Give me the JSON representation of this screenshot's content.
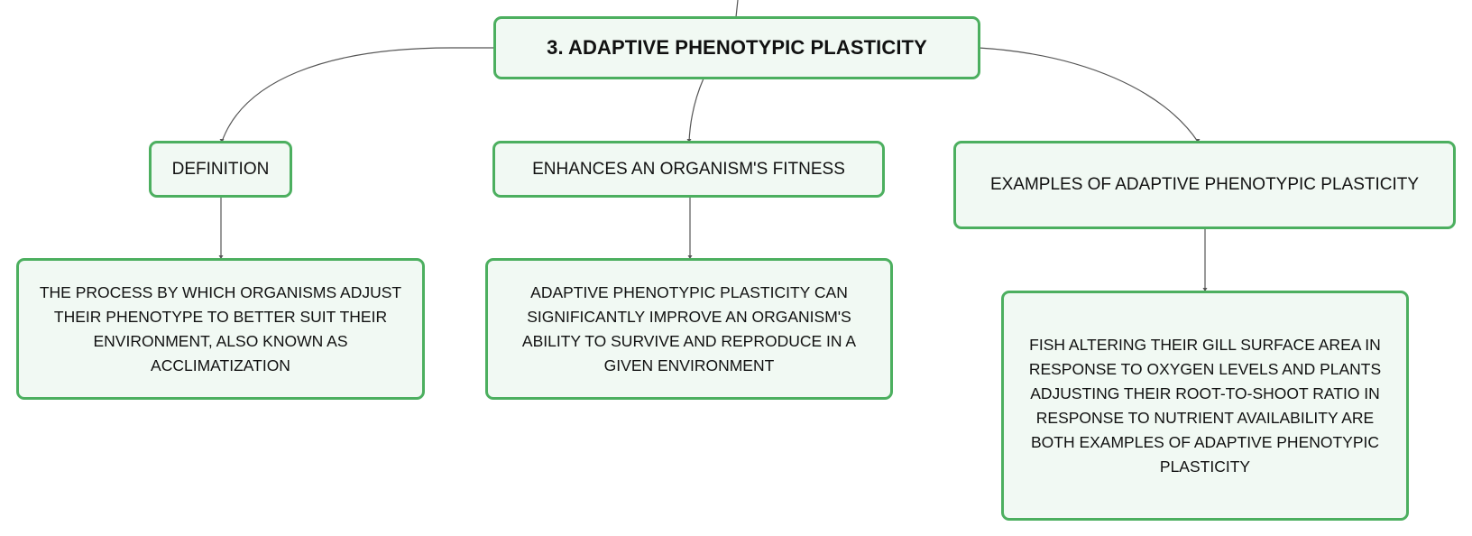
{
  "theme": {
    "node_border": "#4caf5f",
    "node_fill": "#f1f9f3",
    "connector": "#555555",
    "text": "#111111"
  },
  "diagram": {
    "root": {
      "label": "3. ADAPTIVE PHENOTYPIC PLASTICITY"
    },
    "topics": [
      {
        "label": "DEFINITION",
        "detail": "THE PROCESS BY WHICH ORGANISMS ADJUST THEIR PHENOTYPE TO BETTER SUIT THEIR ENVIRONMENT, ALSO KNOWN AS ACCLIMATIZATION"
      },
      {
        "label": "ENHANCES AN ORGANISM'S FITNESS",
        "detail": "ADAPTIVE PHENOTYPIC PLASTICITY CAN SIGNIFICANTLY IMPROVE AN ORGANISM'S ABILITY TO SURVIVE AND REPRODUCE IN A GIVEN ENVIRONMENT"
      },
      {
        "label": "EXAMPLES OF ADAPTIVE PHENOTYPIC PLASTICITY",
        "detail": "FISH ALTERING THEIR GILL SURFACE AREA IN RESPONSE TO OXYGEN LEVELS AND PLANTS ADJUSTING THEIR ROOT-TO-SHOOT RATIO IN RESPONSE TO NUTRIENT AVAILABILITY ARE BOTH EXAMPLES OF ADAPTIVE PHENOTYPIC PLASTICITY"
      }
    ]
  }
}
